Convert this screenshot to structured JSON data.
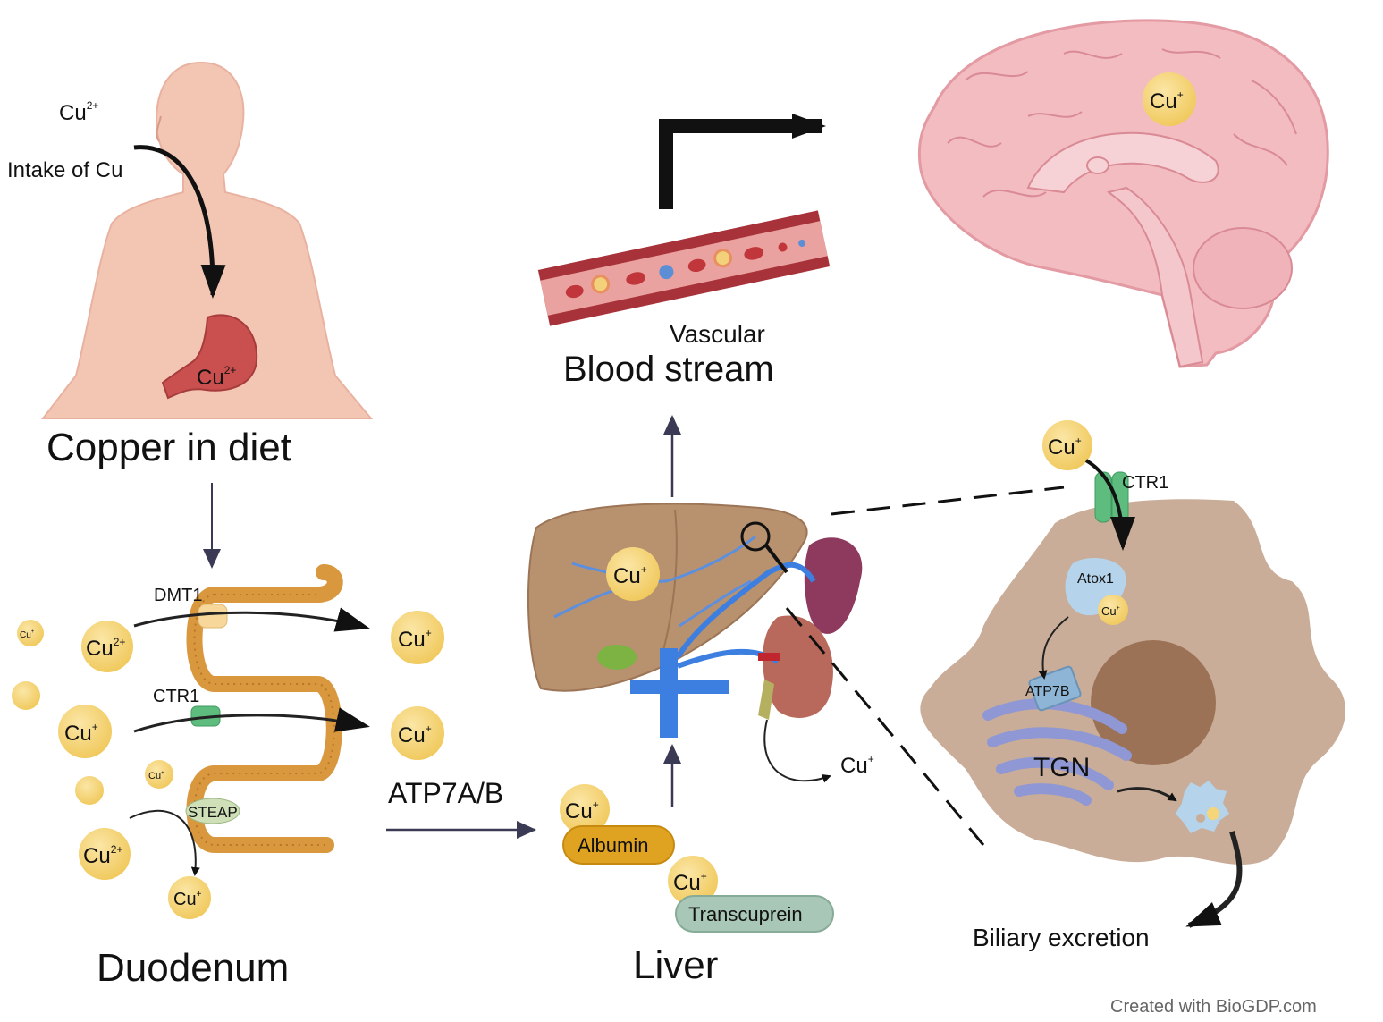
{
  "labels": {
    "cu2_intake": "Cu",
    "cu2_intake_sup": "2+",
    "intake_of_cu": "Intake of Cu",
    "stomach_cu": "Cu",
    "stomach_cu_sup": "2+",
    "copper_in_diet": "Copper in diet",
    "vascular": "Vascular",
    "blood_stream": "Blood stream",
    "brain_cu": "Cu",
    "brain_cu_sup": "+",
    "dmt1": "DMT1",
    "ctr1_duodenum": "CTR1",
    "steap": "STEAP",
    "duodenum": "Duodenum",
    "atp7ab": "ATP7A/B",
    "liver_cu": "Cu",
    "liver_cu_sup": "+",
    "albumin": "Albumin",
    "transcuprein": "Transcuprein",
    "liver": "Liver",
    "kidney_cu": "Cu",
    "kidney_cu_sup": "+",
    "cell_cu": "Cu",
    "cell_cu_sup": "+",
    "ctr1_cell": "CTR1",
    "atox1": "Atox1",
    "atp7b": "ATP7B",
    "tgn": "TGN",
    "biliary_excretion": "Biliary excretion",
    "credit": "Created with BioGDP.com",
    "cu": "Cu",
    "plus": "+",
    "two_plus": "2+"
  },
  "colors": {
    "copper_ion": "#f5d57a",
    "skin": "#f3c6b4",
    "stomach": "#c9504f",
    "intestine": "#d9973e",
    "liver": "#b8916f",
    "vein": "#3d7fe0",
    "brain": "#f2bcc1",
    "cell": "#c9ad98",
    "nucleus": "#9c7256",
    "golgi": "#8f98d4",
    "albumin": "#e0a321",
    "transcuprein": "#a9c7b6",
    "ctr1": "#5ebd7e",
    "blood_vessel": "#a8323a"
  }
}
